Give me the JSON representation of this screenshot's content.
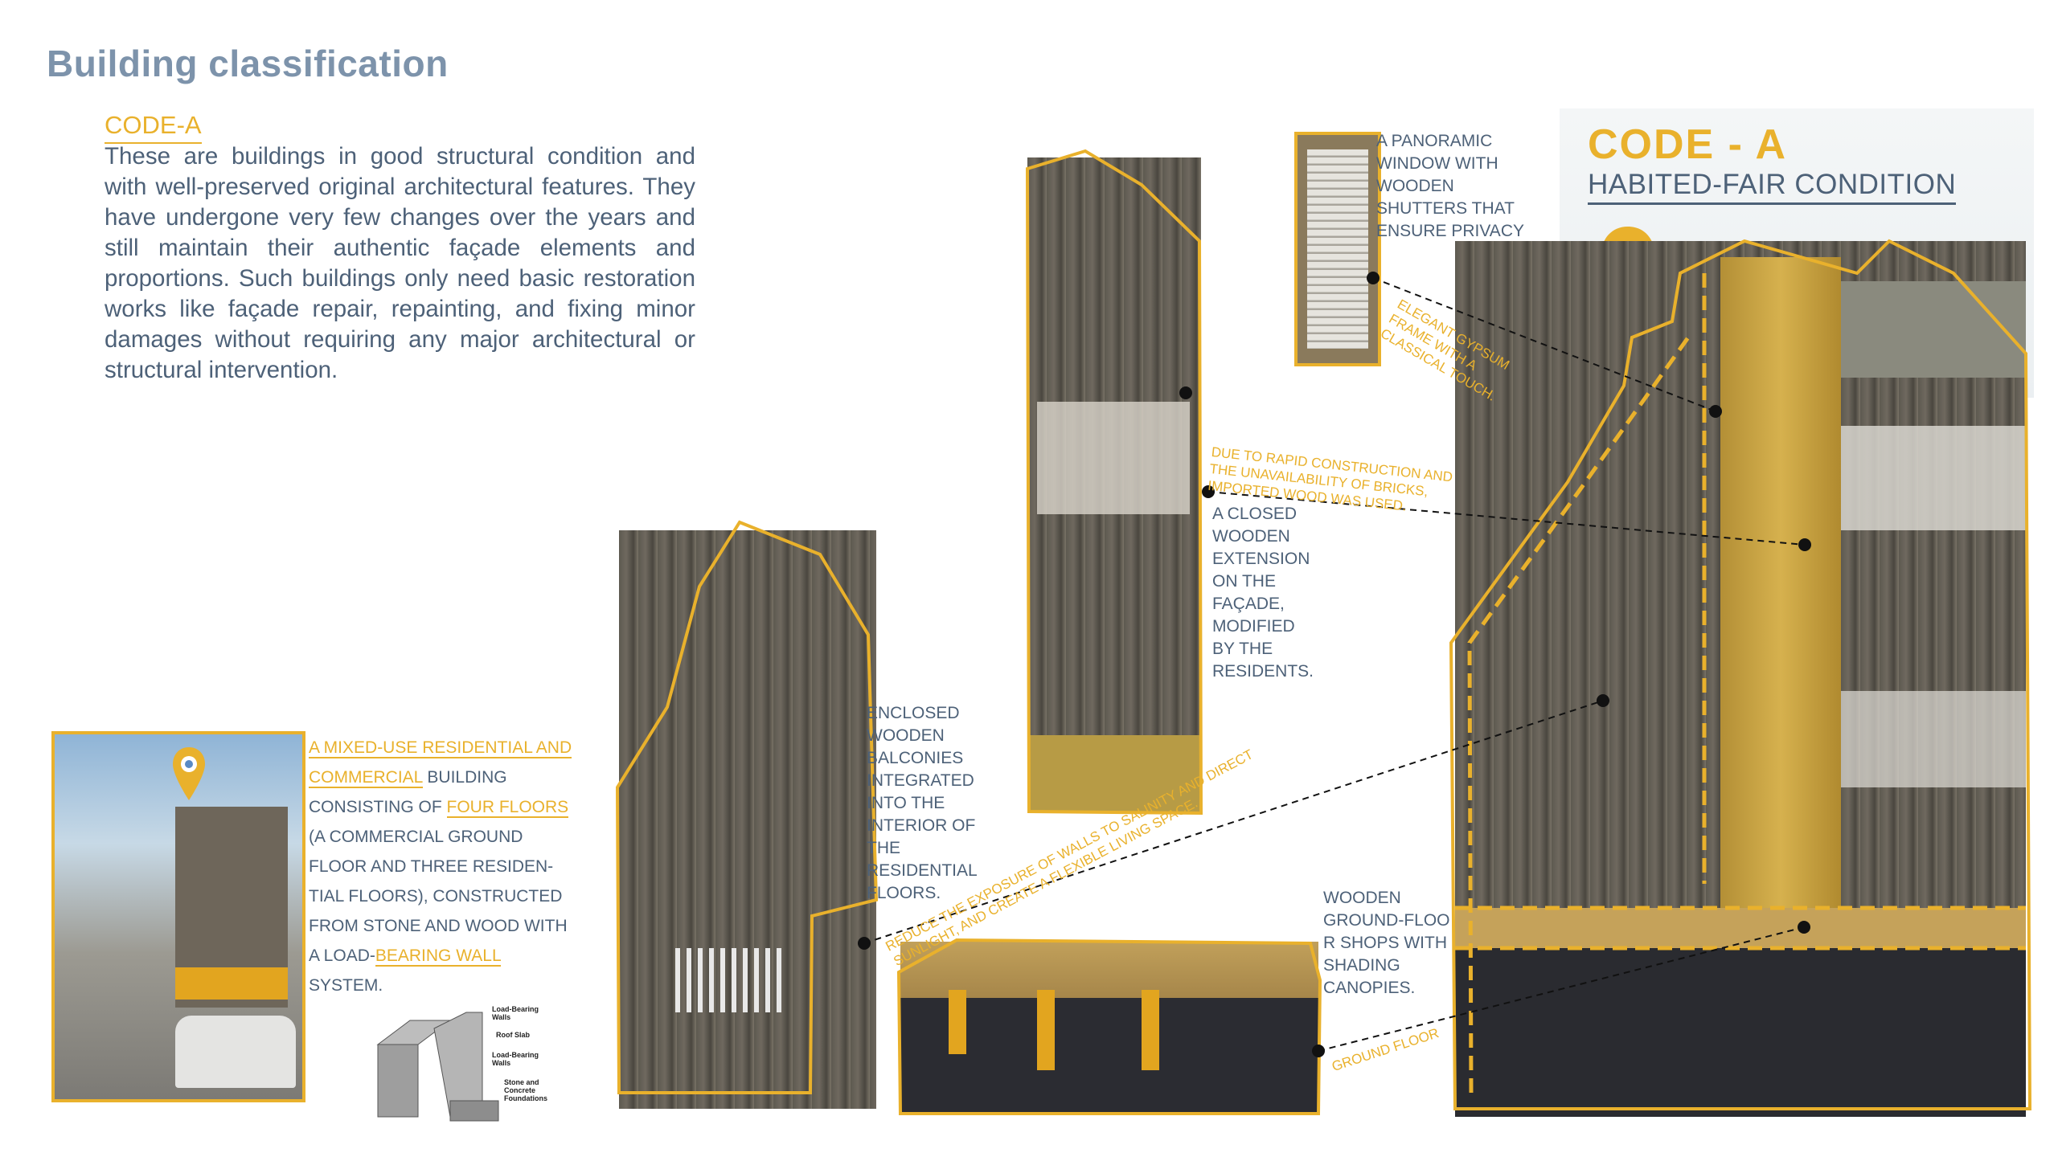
{
  "header": {
    "title": "Building classification",
    "code_label": "CODE-A",
    "intro": "These are buildings in good structural condition and with well-preserved original architectural features. They have undergone very few changes over the years and still maintain their authentic façade elements and proportions. Such buildings only need basic restoration works  like façade repair, repainting, and fixing minor damages  without requiring any major architectural or structural intervention."
  },
  "classification": {
    "code": "CODE - A",
    "condition": "HABITED-FAIR CONDITION"
  },
  "annotations": {
    "panoramic": "A PANORAMIC WINDOW WITH WOODEN SHUTTERS THAT ENSURE PRIVACY",
    "gypsum": "ELEGANT GYPSUM FRAME WITH A CLASSICAL TOUCH.",
    "imported_wood": "DUE TO RAPID CONSTRUCTION AND THE UNAVAILABILITY OF BRICKS, IMPORTED WOOD WAS USED.",
    "closed_extension": "A CLOSED WOODEN EXTENSION ON THE FAÇADE, MODIFIED BY THE RESIDENTS.",
    "enclosed_balconies": "ENCLOSED WOODEN BALCONIES INTEGRATED INTO THE INTERIOR OF THE RESIDENTIAL FLOORS.",
    "reduce_exposure": "REDUCE THE EXPOSURE OF WALLS TO SALINITY AND DIRECT SUNLIGHT, AND CREATE A FLEXIBLE LIVING SPACE.",
    "shops": "WOODEN GROUND-FLOO R SHOPS WITH SHADING CANOPIES.",
    "ground_floor": "GROUND FLOOR"
  },
  "building_info": {
    "part1": "A MIXED-USE RESIDENTIAL AND COMMERCIAL",
    "part2": " BUILDING CONSISTING OF ",
    "part3": "FOUR FLOORS",
    "part4": " (A COMMERCIAL GROUND FLOOR AND THREE RESIDEN-TIAL FLOORS), CONSTRUCTED FROM STONE AND WOOD  WITH A LOAD-",
    "part5": "BEARING WALL",
    "part6": " SYSTEM."
  },
  "diagram": {
    "labels": [
      "Load-Bearing Walls",
      "Roof Slab",
      "Load-Bearing Walls",
      "Stone and Concrete Foundations"
    ]
  },
  "colors": {
    "accent": "#e9b12c",
    "text": "#4d6178",
    "title": "#7d93ab"
  }
}
